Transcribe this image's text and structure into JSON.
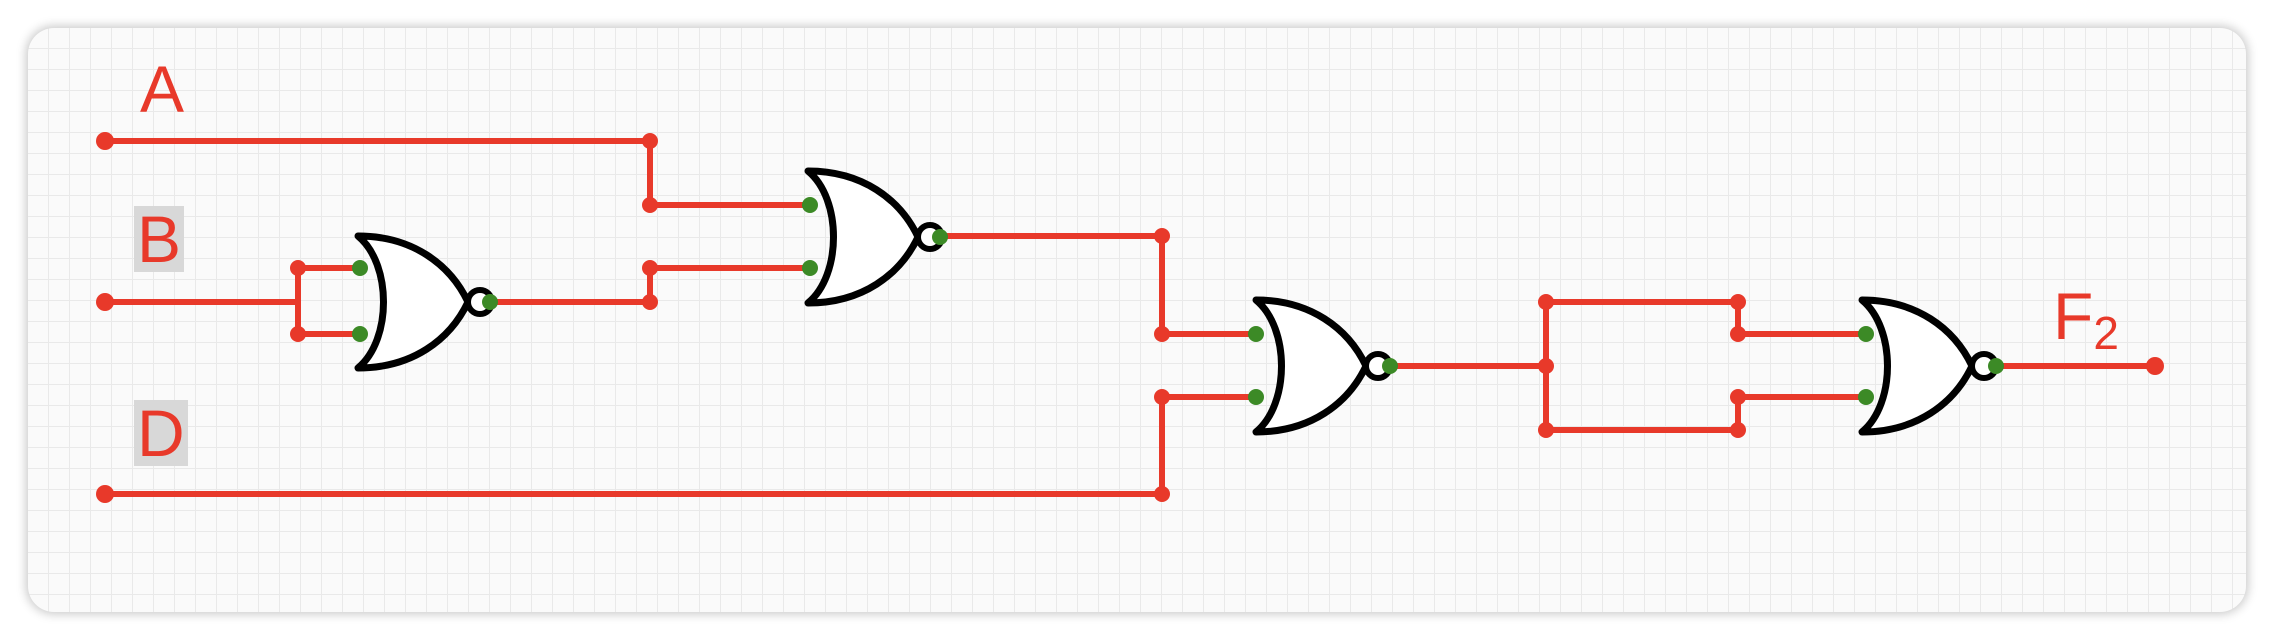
{
  "diagram": {
    "inputs": [
      {
        "id": "A",
        "label": "A",
        "highlighted": false
      },
      {
        "id": "B",
        "label": "B",
        "highlighted": true
      },
      {
        "id": "D",
        "label": "D",
        "highlighted": true
      }
    ],
    "output": {
      "label_main": "F",
      "label_sub": "2"
    },
    "gates": [
      {
        "id": "nor1",
        "type": "NOR",
        "inputs": [
          "B",
          "B"
        ]
      },
      {
        "id": "nor2",
        "type": "NOR",
        "inputs": [
          "A",
          "nor1"
        ]
      },
      {
        "id": "nor3",
        "type": "NOR",
        "inputs": [
          "nor2",
          "D"
        ]
      },
      {
        "id": "nor4",
        "type": "NOR",
        "inputs": [
          "nor3",
          "nor3"
        ]
      }
    ],
    "colors": {
      "wire": "#e8392a",
      "pin": "#3c8a26",
      "gate_outline": "#000000",
      "label": "#e8392a",
      "label_highlight": "#d8d8d8",
      "grid": "#e9e9e9",
      "background": "#fafafa"
    }
  }
}
